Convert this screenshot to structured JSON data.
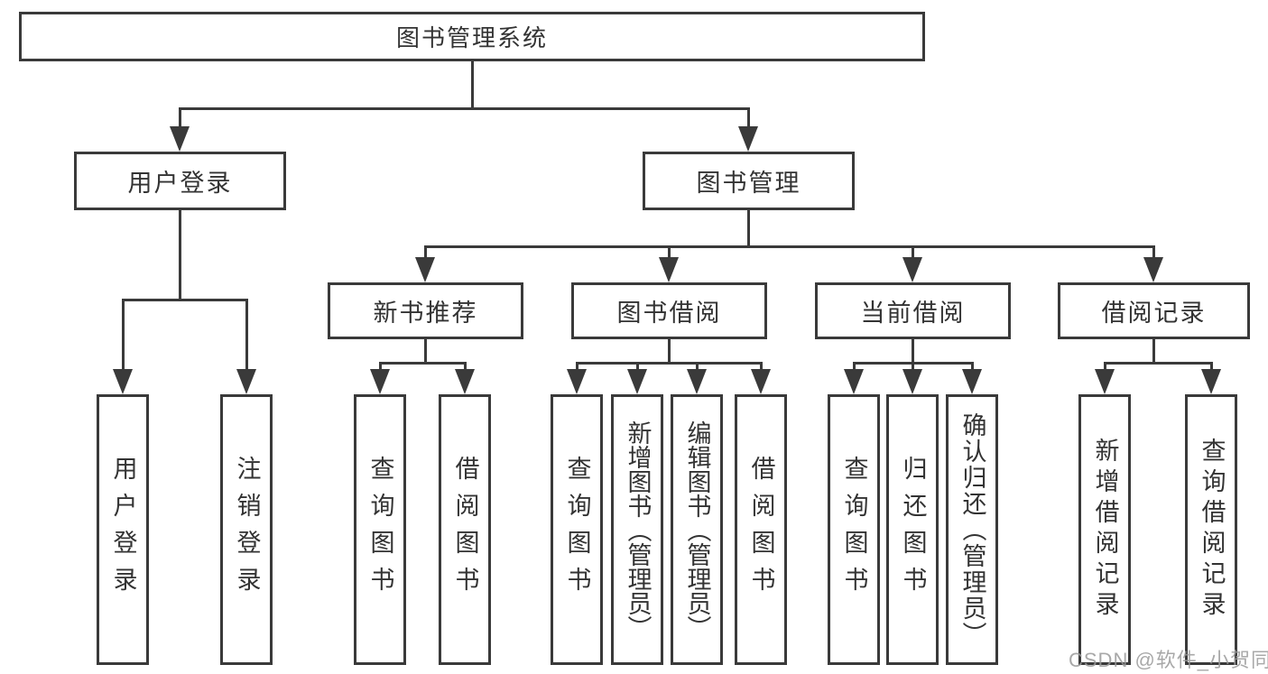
{
  "diagram": {
    "root": {
      "label": "图书管理系统"
    },
    "level2": [
      {
        "label": "用户登录"
      },
      {
        "label": "图书管理"
      }
    ],
    "level3": [
      {
        "label": "新书推荐"
      },
      {
        "label": "图书借阅"
      },
      {
        "label": "当前借阅"
      },
      {
        "label": "借阅记录"
      }
    ],
    "leaves": {
      "user_login": [
        {
          "label": "用户登录"
        },
        {
          "label": "注销登录"
        }
      ],
      "new_books": [
        {
          "label": "查询图书"
        },
        {
          "label": "借阅图书"
        }
      ],
      "book_borrow": [
        {
          "label": "查询图书"
        },
        {
          "label": "新增图书（管理员）"
        },
        {
          "label": "编辑图书（管理员）"
        },
        {
          "label": "借阅图书"
        }
      ],
      "current_borrow": [
        {
          "label": "查询图书"
        },
        {
          "label": "归还图书"
        },
        {
          "label": "确认归还（管理员）"
        }
      ],
      "records": [
        {
          "label": "新增借阅记录"
        },
        {
          "label": "查询借阅记录"
        }
      ]
    }
  },
  "watermark": {
    "text": "CSDN @软件_小贺同学"
  },
  "colors": {
    "line": "#3a3a3a",
    "text": "#333333",
    "watermark": "#9a9a9a",
    "background": "#ffffff"
  }
}
